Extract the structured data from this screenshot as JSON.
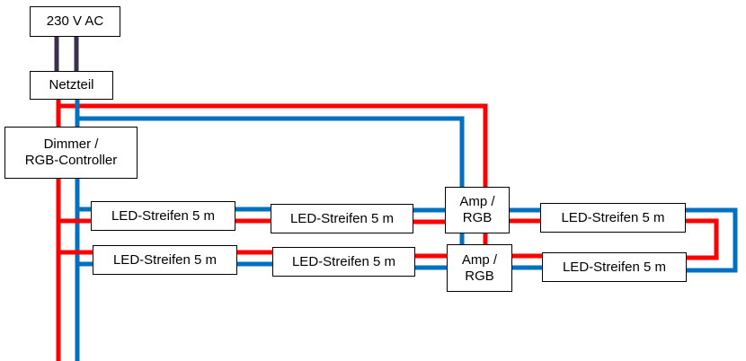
{
  "diagram": {
    "colors": {
      "positive": "#ff0000",
      "negative": "#0070c0",
      "mains": "#3a2f4f"
    },
    "nodes": {
      "mains": {
        "label": "230 V AC"
      },
      "psu": {
        "label": "Netzteil"
      },
      "controller": {
        "line1": "Dimmer /",
        "line2": "RGB-Controller"
      },
      "amp1": {
        "line1": "Amp /",
        "line2": "RGB"
      },
      "amp2": {
        "line1": "Amp /",
        "line2": "RGB"
      },
      "strips": [
        {
          "label": "LED-Streifen 5 m"
        },
        {
          "label": "LED-Streifen 5 m"
        },
        {
          "label": "LED-Streifen 5 m"
        },
        {
          "label": "LED-Streifen 5 m"
        },
        {
          "label": "LED-Streifen 5 m"
        },
        {
          "label": "LED-Streifen 5 m"
        }
      ]
    }
  }
}
